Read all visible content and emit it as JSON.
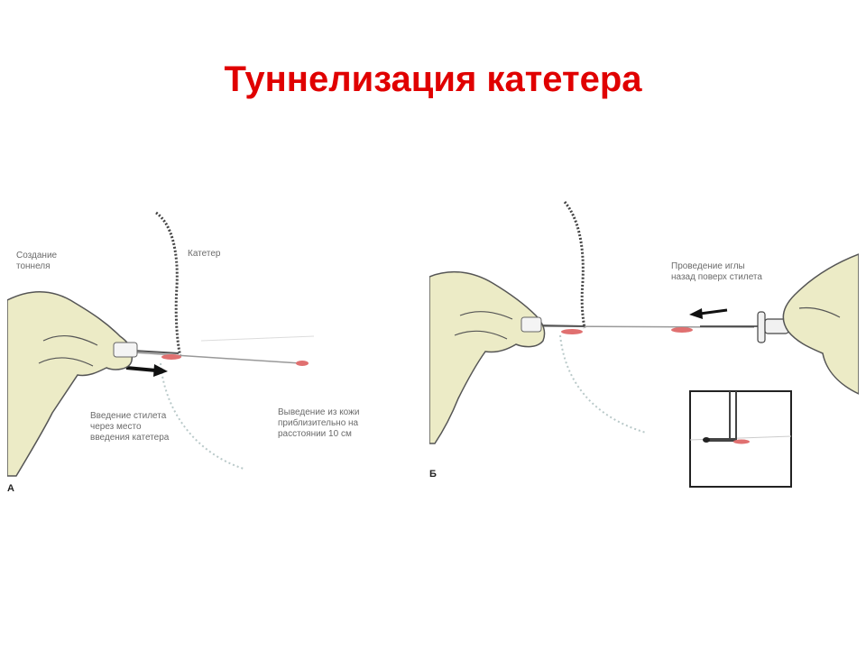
{
  "slide": {
    "title": "Туннелизация катетера"
  },
  "panel_a": {
    "label_tunnel": "Создание\nтоннеля",
    "label_catheter": "Катетер",
    "label_insert": "Введение стилета\nчерез место\nвведения катетера",
    "label_exit": "Выведение из кожи\nприблизительно на\nрасстоянии 10 см",
    "letter": "А"
  },
  "panel_b": {
    "label_needle": "Проведение иглы\nназад поверх стилета",
    "letter": "Б"
  },
  "colors": {
    "title": "#e00000",
    "skin": "#ecebc6",
    "skin_outline": "#555555",
    "blood": "#e07070"
  }
}
